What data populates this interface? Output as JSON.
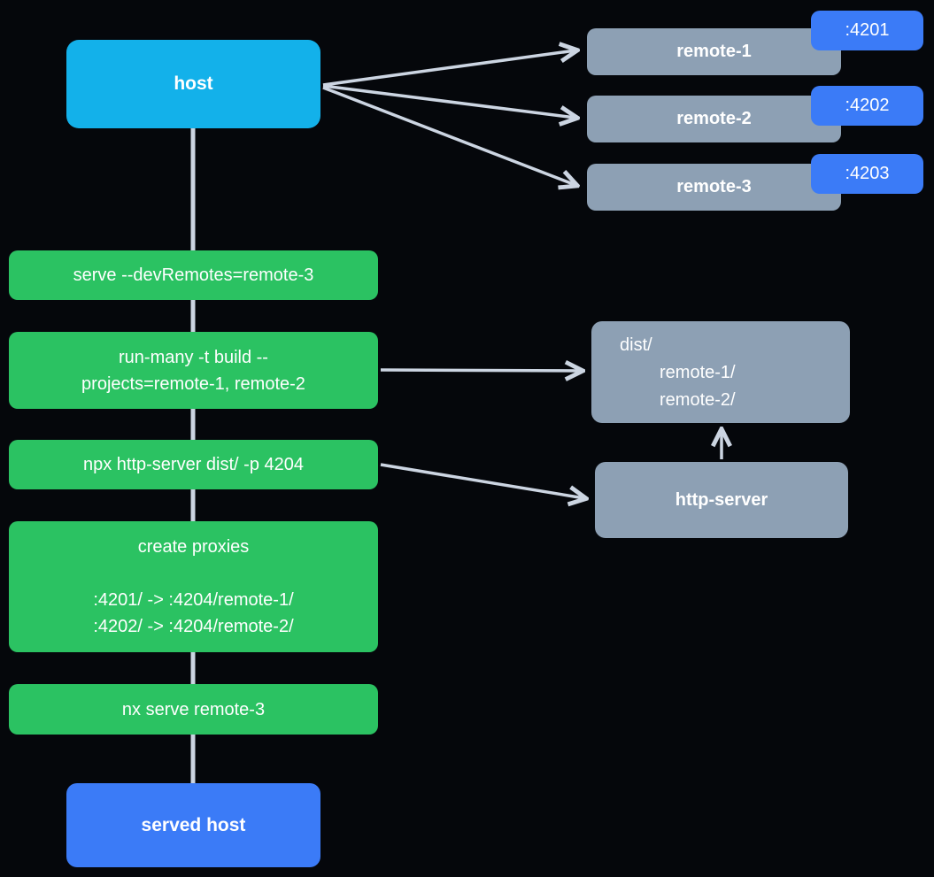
{
  "diagram": {
    "host": {
      "label": "host"
    },
    "remotes": [
      {
        "label": "remote-1",
        "port": ":4201"
      },
      {
        "label": "remote-2",
        "port": ":4202"
      },
      {
        "label": "remote-3",
        "port": ":4203"
      }
    ],
    "commands": [
      {
        "text": "serve --devRemotes=remote-3"
      },
      {
        "text": "run-many -t build --\nprojects=remote-1, remote-2"
      },
      {
        "text": "npx http-server dist/ -p 4204"
      },
      {
        "text": "create proxies\n\n:4201/ -> :4204/remote-1/\n:4202/ -> :4204/remote-2/"
      },
      {
        "text": "nx serve remote-3"
      }
    ],
    "dist": {
      "lines": [
        "dist/",
        "remote-1/",
        "remote-2/"
      ]
    },
    "http_server": {
      "label": "http-server"
    },
    "served_host": {
      "label": "served host"
    },
    "colors": {
      "host_cyan": "#13b1ea",
      "port_blue": "#3b7bf7",
      "remote_gray": "#8da0b4",
      "command_green": "#2bc262",
      "arrow_gray": "#ccd5e2"
    }
  }
}
